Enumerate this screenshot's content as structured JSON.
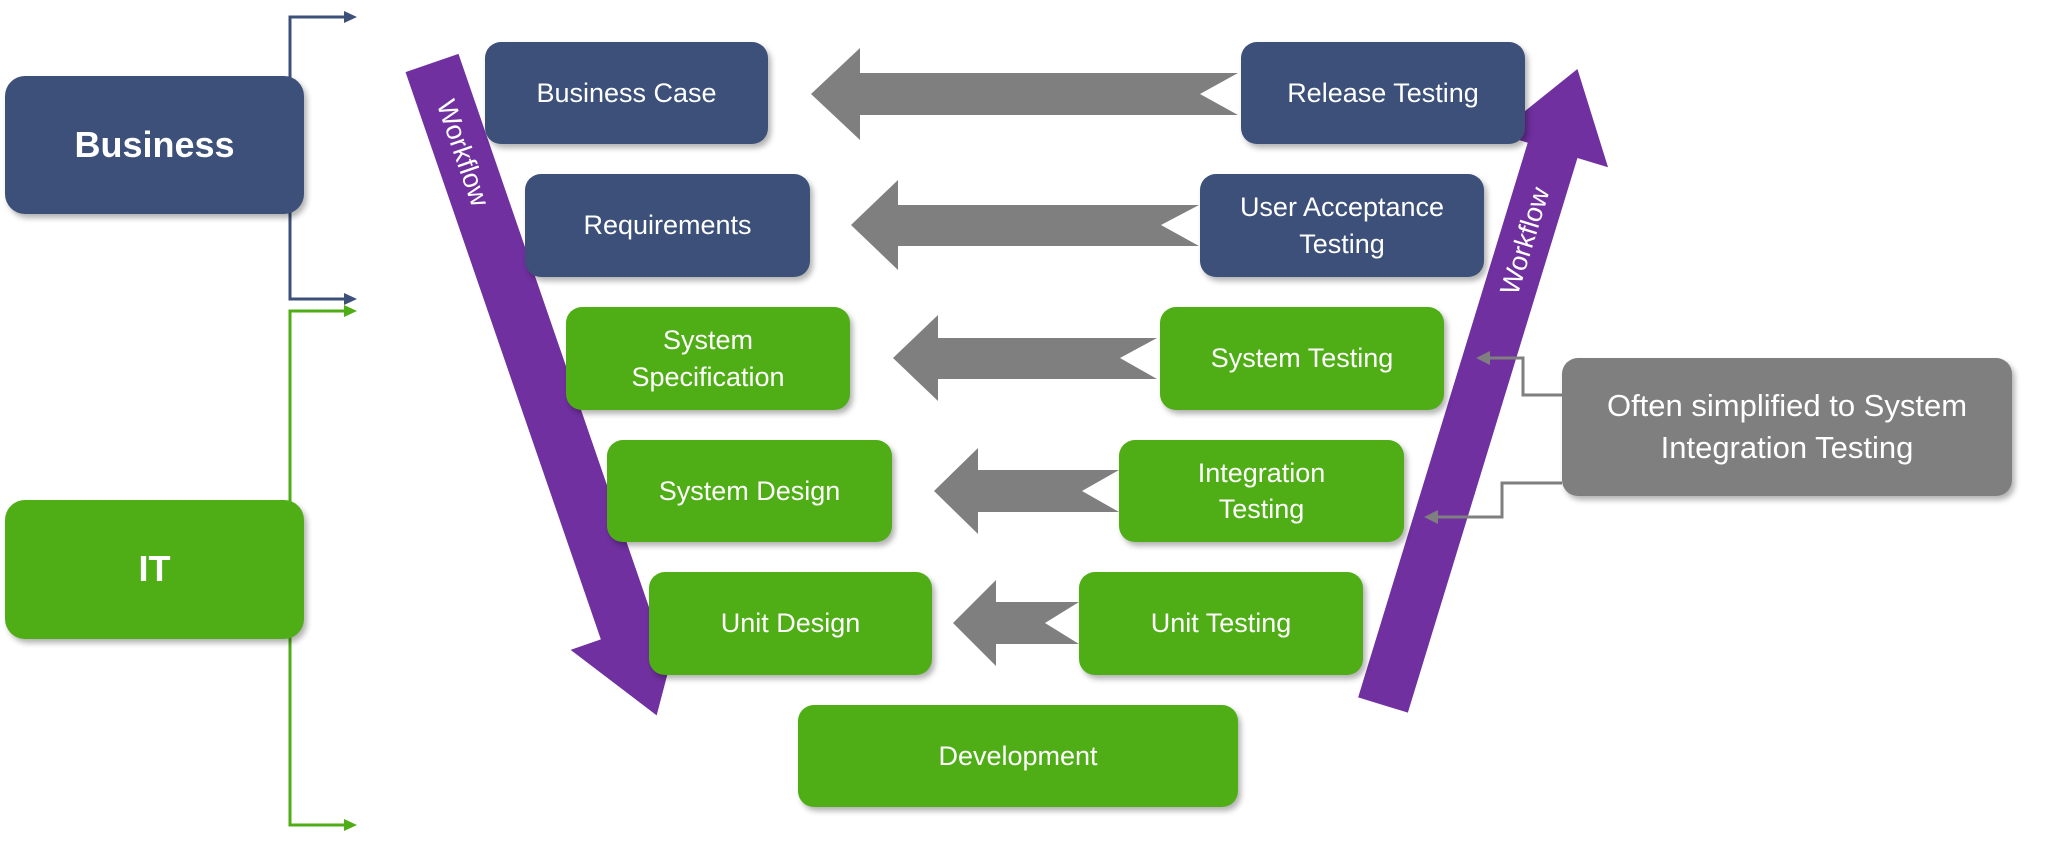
{
  "groups": {
    "business": "Business",
    "it": "IT"
  },
  "left_column": [
    "Business Case",
    "Requirements",
    "System Specification",
    "System Design",
    "Unit Design"
  ],
  "right_column": [
    "Release Testing",
    "User Acceptance Testing",
    "System Testing",
    "Integration Testing",
    "Unit Testing"
  ],
  "bottom": "Development",
  "workflow_label": "Workflow",
  "note": "Often simplified to System Integration Testing",
  "colors": {
    "business": "#3c5079",
    "it": "#4fae16",
    "workflow": "#7030a0",
    "arrow": "#7f7f7f"
  }
}
